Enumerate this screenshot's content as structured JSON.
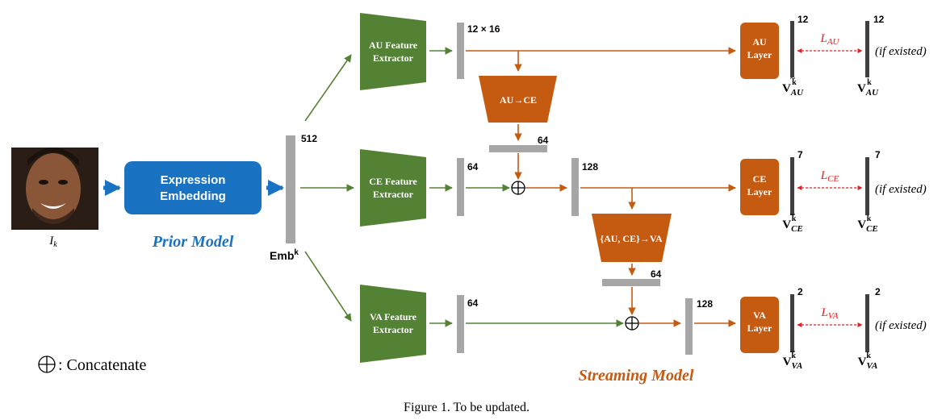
{
  "colors": {
    "green": "#548235",
    "orange": "#c55a11",
    "blue": "#1a73c2",
    "gray": "#a6a6a6",
    "dark": "#404040",
    "red": "#e02020"
  },
  "input": {
    "label_main": "I",
    "label_sub": "k"
  },
  "prior_model": {
    "embedding_line1": "Expression",
    "embedding_line2": "Embedding",
    "title": "Prior Model"
  },
  "embedding": {
    "dim": "512",
    "label_main": "Emb",
    "label_sup": "k"
  },
  "extractors": {
    "au": {
      "line1": "AU Feature",
      "line2": "Extractor",
      "dim": "12 × 16"
    },
    "ce": {
      "line1": "CE Feature",
      "line2": "Extractor",
      "dim": "64"
    },
    "va": {
      "line1": "VA Feature",
      "line2": "Extractor",
      "dim": "64"
    }
  },
  "mappers": {
    "au_ce": {
      "label": "AU→CE",
      "dim": "64"
    },
    "auce_va": {
      "label": "{AU, CE}→VA",
      "dim": "64"
    }
  },
  "concat_dims": {
    "ce": "128",
    "va": "128"
  },
  "heads": {
    "au": {
      "line1": "AU",
      "line2": "Layer",
      "dim": "12",
      "gt_dim": "12",
      "pred_main": "V",
      "pred_sub": "AU",
      "pred_sup": "k",
      "gt_main": "V",
      "gt_sub": "AU",
      "gt_sup": "k",
      "loss_main": "L",
      "loss_sub": "AU",
      "note": "(if existed)"
    },
    "ce": {
      "line1": "CE",
      "line2": "Layer",
      "dim": "7",
      "gt_dim": "7",
      "pred_main": "V",
      "pred_sub": "CE",
      "pred_sup": "k",
      "gt_main": "V",
      "gt_sub": "CE",
      "gt_sup": "k",
      "loss_main": "L",
      "loss_sub": "CE",
      "note": "(if existed)"
    },
    "va": {
      "line1": "VA",
      "line2": "Layer",
      "dim": "2",
      "gt_dim": "2",
      "pred_main": "V",
      "pred_sub": "VA",
      "pred_sup": "k",
      "gt_main": "V",
      "gt_sub": "VA",
      "gt_sup": "k",
      "loss_main": "L",
      "loss_sub": "VA",
      "note": "(if existed)"
    }
  },
  "streaming_model": {
    "title": "Streaming Model"
  },
  "legend": {
    "symbol": "⊕",
    "text": ": Concatenate"
  },
  "caption": "Figure 1. To be updated."
}
